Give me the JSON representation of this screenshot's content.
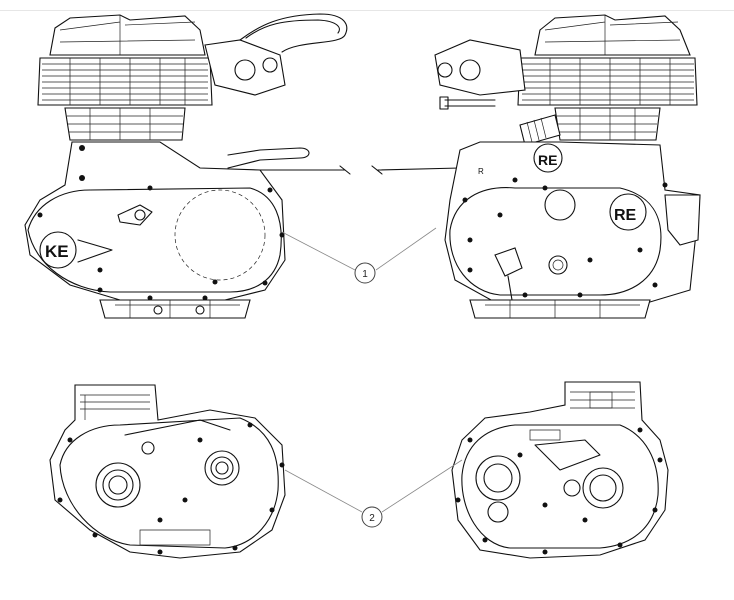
{
  "callouts": [
    {
      "label": "1"
    },
    {
      "label": "2"
    }
  ],
  "engine_letters": {
    "left_side_logo": "KE",
    "right_side_logo": "RE",
    "right_side_mark": "R"
  }
}
